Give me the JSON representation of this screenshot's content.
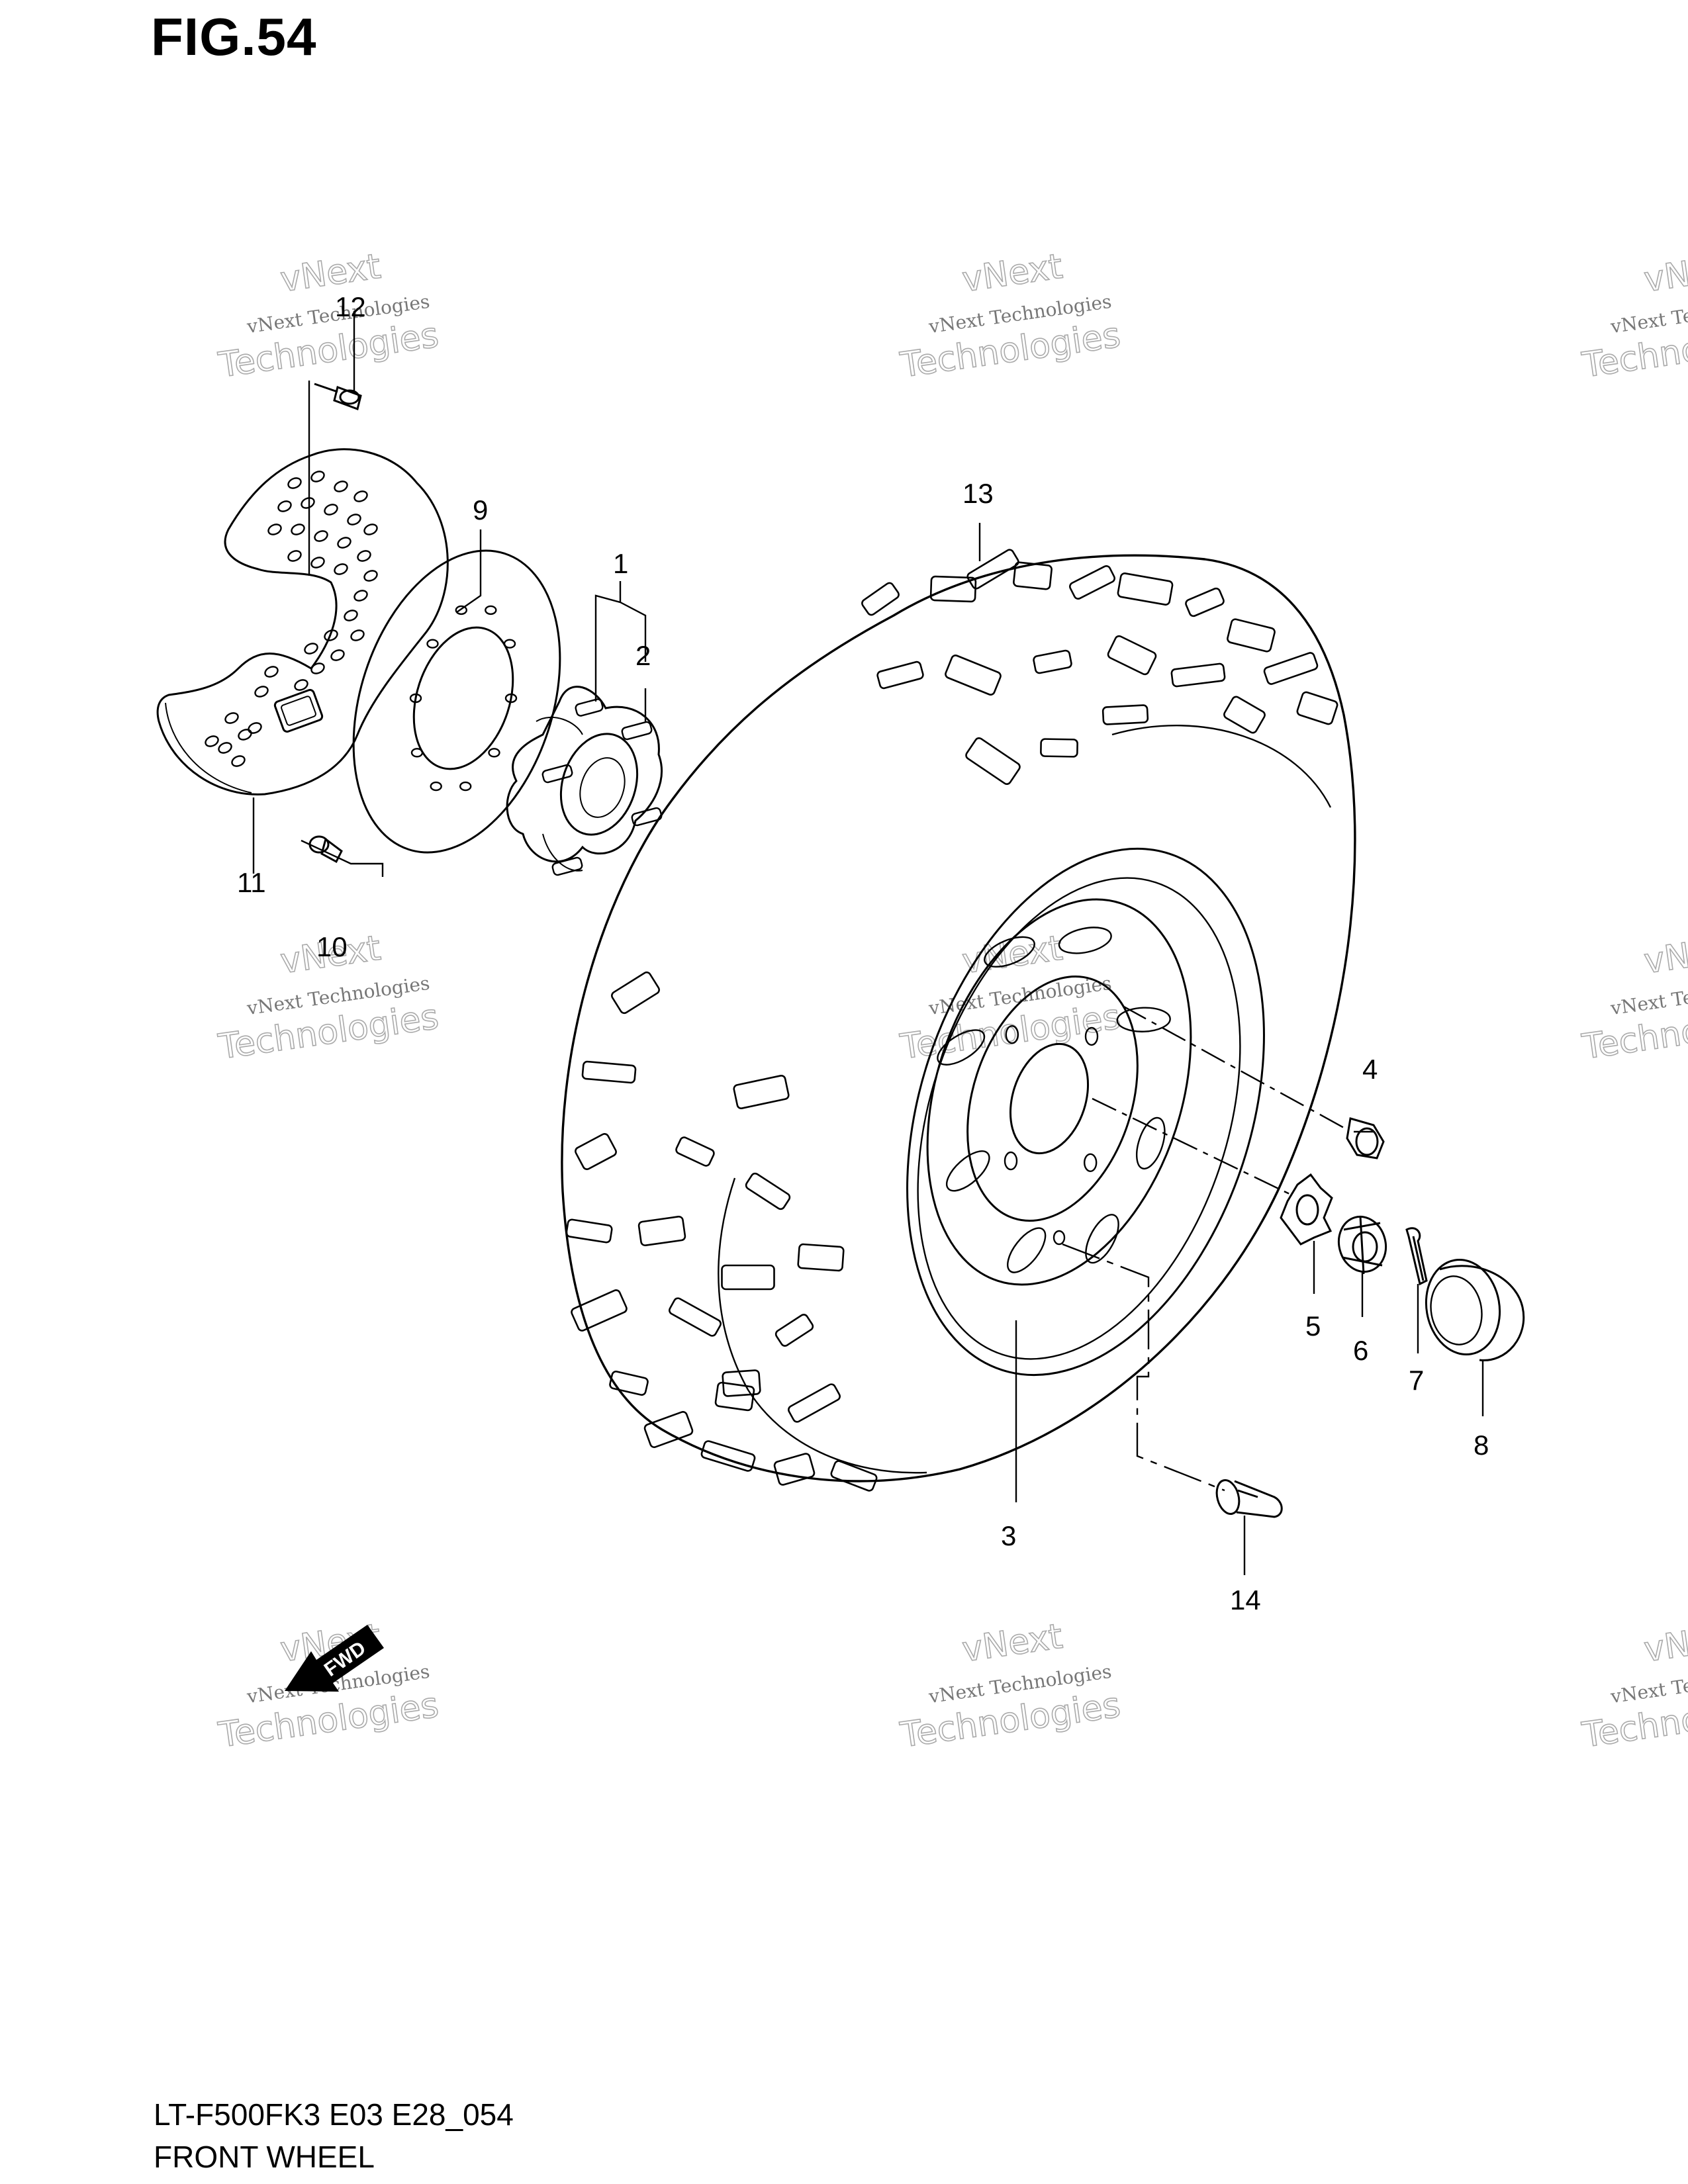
{
  "figure": {
    "title": "FIG.54",
    "model_code": "LT-F500FK3 E03 E28_054",
    "section_name": "FRONT WHEEL"
  },
  "callouts": [
    {
      "id": "1",
      "label": "1"
    },
    {
      "id": "2",
      "label": "2"
    },
    {
      "id": "3",
      "label": "3"
    },
    {
      "id": "4",
      "label": "4"
    },
    {
      "id": "5",
      "label": "5"
    },
    {
      "id": "6",
      "label": "6"
    },
    {
      "id": "7",
      "label": "7"
    },
    {
      "id": "8",
      "label": "8"
    },
    {
      "id": "9",
      "label": "9"
    },
    {
      "id": "10",
      "label": "10"
    },
    {
      "id": "11",
      "label": "11"
    },
    {
      "id": "12",
      "label": "12"
    },
    {
      "id": "13",
      "label": "13"
    },
    {
      "id": "14",
      "label": "14"
    }
  ],
  "direction_marker": {
    "label": "FWD",
    "icon": "fwd-arrow-icon"
  },
  "watermark": {
    "line_small": "vNext Technologies",
    "line_big_1": "vNext",
    "line_big_2": "Technologies"
  },
  "colors": {
    "ink": "#000000",
    "watermark": "#999999",
    "background": "#ffffff"
  }
}
